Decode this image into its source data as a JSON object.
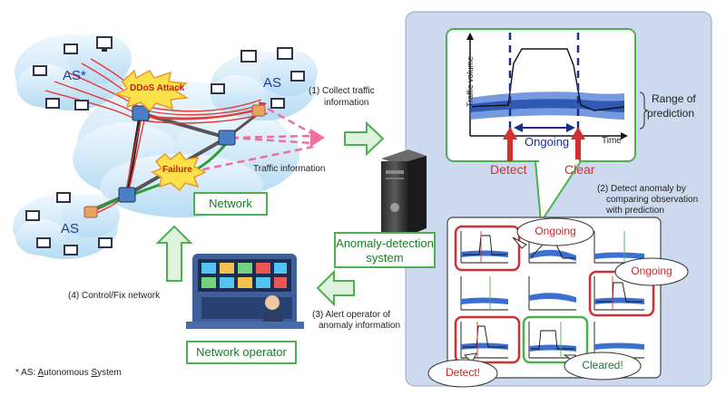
{
  "labels": {
    "as_top_left": "AS*",
    "as_top_right": "AS",
    "as_bottom_left": "AS",
    "ddos": "DDoS Attack",
    "failure": "Failure",
    "network": "Network",
    "step1_line1": "(1) Collect traffic",
    "step1_line2": "information",
    "traffic_info": "Traffic information",
    "step2_line1": "(2) Detect anomaly by",
    "step2_line2": "comparing observation",
    "step2_line3": "with prediction",
    "system_line1": "Anomaly-detection",
    "system_line2": "system",
    "step3_line1": "(3) Alert operator of",
    "step3_line2": "anomaly information",
    "step4": "(4) Control/Fix network",
    "operator": "Network operator",
    "footnote_prefix": "* AS: ",
    "footnote_a": "A",
    "footnote_mid": "utonomous ",
    "footnote_s": "S",
    "footnote_end": "ystem"
  },
  "graph": {
    "ylabel": "Traffic volume",
    "xlabel": "Time",
    "range_line1": "Range of",
    "range_line2": "prediction",
    "ongoing": "Ongoing",
    "detect": "Detect",
    "clear": "Clear"
  },
  "bubbles": {
    "ongoing_a": "Ongoing",
    "ongoing_b": "Ongoing",
    "detect": "Detect!",
    "cleared": "Cleared!"
  },
  "colors": {
    "panel_bg": "#cdd9ee",
    "prediction_band": "#3b6fd1",
    "detect_red": "#d32f2f",
    "green": "#4caf50",
    "dashed_blue": "#1a2f8a"
  }
}
